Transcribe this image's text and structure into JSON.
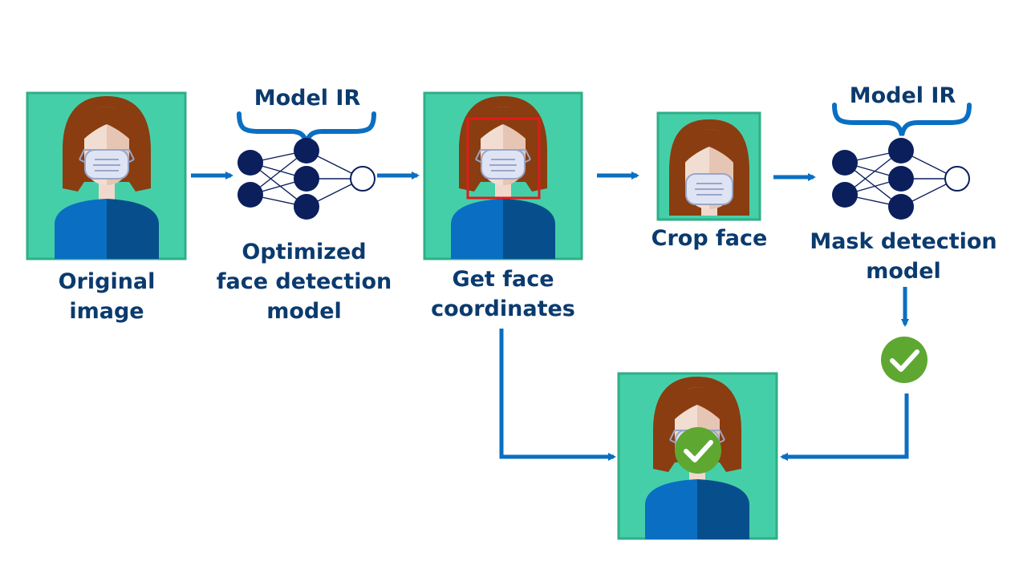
{
  "diagram": {
    "steps": {
      "original": {
        "lines": [
          "Original",
          "image"
        ]
      },
      "face_model": {
        "lines": [
          "Optimized",
          "face detection",
          "model"
        ]
      },
      "coords": {
        "lines": [
          "Get face",
          "coordinates"
        ]
      },
      "crop": {
        "lines": [
          "Crop face"
        ]
      },
      "mask_model": {
        "lines": [
          "Mask detection",
          "model"
        ]
      }
    },
    "model_ir_labels": [
      "Model IR",
      "Model IR"
    ]
  },
  "colors": {
    "panel": "#45cfa9",
    "panel_border": "#2fae88",
    "hair": "#8a3d10",
    "skin_light": "#f2ddd2",
    "skin_dark": "#e6c5b4",
    "mask": "#dfe4f5",
    "shirt_light": "#0a6fc2",
    "shirt_dark": "#064f8c",
    "node_dark": "#0a1f5c",
    "arrow": "#0a6fc2",
    "brace": "#0a6fc2",
    "text": "#0b3a6e",
    "bbox": "#e11b1b",
    "check": "#5ea832"
  },
  "icons": [
    "person-icon",
    "neural-network-icon",
    "checkmark-icon",
    "arrow-icon",
    "brace-icon"
  ]
}
